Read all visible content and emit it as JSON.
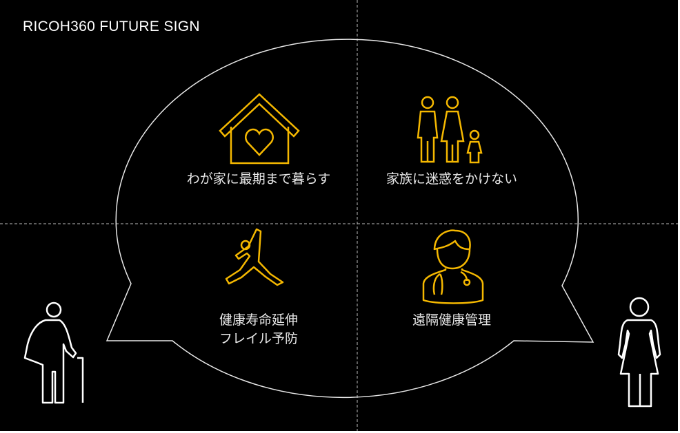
{
  "title": "RICOH360 FUTURE SIGN",
  "colors": {
    "accent": "#f5b800",
    "background": "#000000",
    "line": "#ffffff"
  },
  "quadrants": [
    {
      "icon": "house-heart-icon",
      "label": "わが家に最期まで暮らす"
    },
    {
      "icon": "family-icon",
      "label": "家族に迷惑をかけない"
    },
    {
      "icon": "yoga-pose-icon",
      "lines": [
        "健康寿命延伸",
        "フレイル予防"
      ]
    },
    {
      "icon": "doctor-icon",
      "label": "遠隔健康管理"
    }
  ],
  "figures": [
    {
      "icon": "elderly-person-with-cane-icon"
    },
    {
      "icon": "woman-icon"
    }
  ]
}
